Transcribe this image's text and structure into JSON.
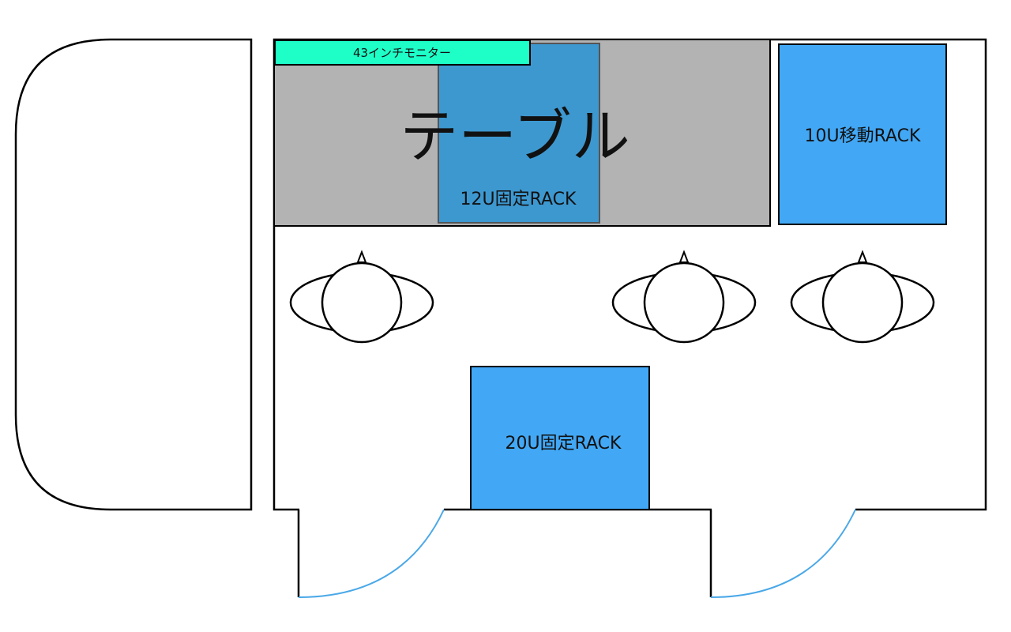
{
  "labels": {
    "monitor": "43インチモニター",
    "table": "テーブル",
    "rack_12u": "12U固定RACK",
    "rack_10u": "10U移動RACK",
    "rack_20u": "20U固定RACK"
  },
  "colors": {
    "rack_blue": "#42a8f5",
    "rack_embedded": "#3d98d0",
    "table_gray": "#b3b3b3",
    "monitor_green": "#1effc8",
    "door_arc": "#4aa8e8",
    "line": "#000000",
    "background": "#ffffff"
  },
  "icons": {
    "chair": "chair-topdown-icon",
    "door": "door-swing-icon"
  }
}
